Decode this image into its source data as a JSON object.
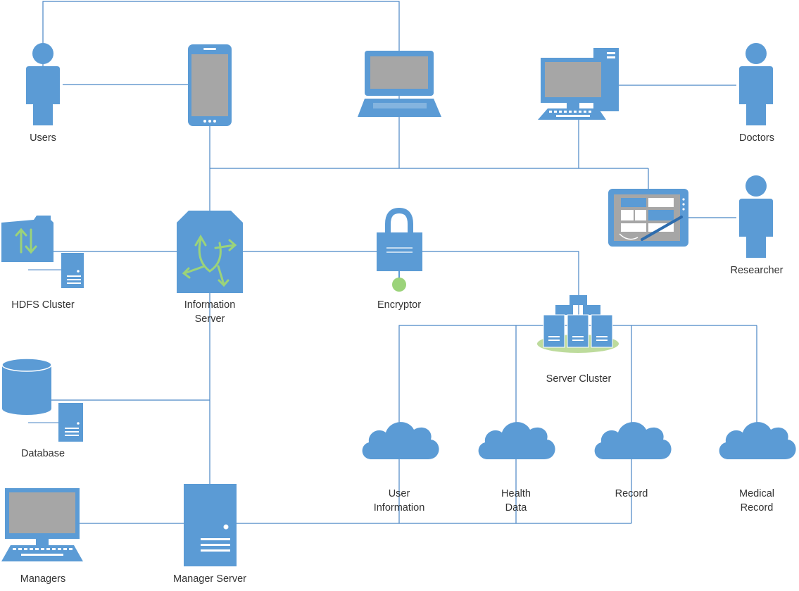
{
  "colors": {
    "accent": "#5B9BD5",
    "screen": "#A6A6A6",
    "line": "#4A86C5",
    "icon_green": "#9BD37A",
    "ring": "#BDDB9C",
    "label": "#333333"
  },
  "labels": {
    "users": "Users",
    "doctors": "Doctors",
    "researcher": "Researcher",
    "hdfs_cluster": "HDFS Cluster",
    "information_server": [
      "Information",
      "Server"
    ],
    "encryptor": "Encryptor",
    "server_cluster": "Server Cluster",
    "database": "Database",
    "user_information": [
      "User",
      "Information"
    ],
    "health_data": [
      "Health",
      "Data"
    ],
    "record": "Record",
    "medical_record": [
      "Medical",
      "Record"
    ],
    "managers": "Managers",
    "manager_server": "Manager Server"
  },
  "icons": {
    "users": "person-icon",
    "doctors": "person-icon",
    "researcher": "person-icon",
    "phone": "smartphone-icon",
    "laptop": "laptop-icon",
    "desktop": "desktop-computer-icon",
    "tablet": "pen-tablet-icon",
    "hdfs": "folder-transfer-icon",
    "info_server": "router-server-icon",
    "encryptor": "padlock-icon",
    "server_cluster": "server-cluster-icon",
    "database": "database-cylinder-icon",
    "cloud": "cloud-icon",
    "managers": "desktop-monitor-icon",
    "manager_server": "tower-server-icon"
  }
}
